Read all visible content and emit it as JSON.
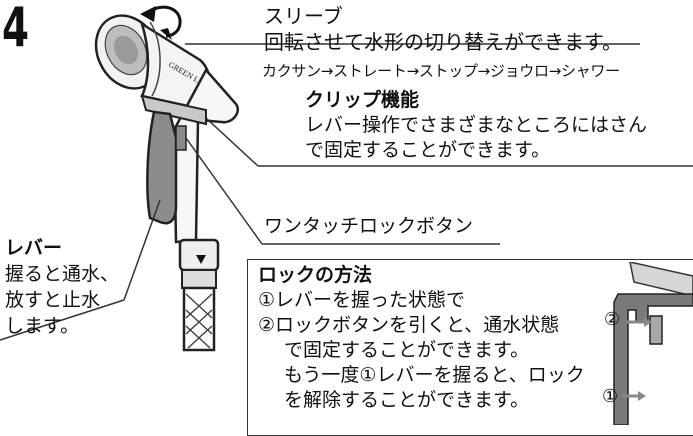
{
  "step_number": "4",
  "sleeve": {
    "title": "スリーブ",
    "description": "回転させて水形の切り替えができます。",
    "spray_modes": "カクサン→ストレート→ストップ→ジョウロ→シャワー"
  },
  "clip": {
    "title": "クリップ機能",
    "line1": "レバー操作でさまざまなところにはさん",
    "line2": "で固定することができます。"
  },
  "lock_button_label": "ワンタッチロックボタン",
  "lever": {
    "title": "レバー",
    "line1": "握ると通水、",
    "line2": "放すと止水",
    "line3": "します。"
  },
  "lock_method": {
    "title": "ロックの方法",
    "line1": "①レバーを握った状態で",
    "line2": "②ロックボタンを引くと、通水状態",
    "line3": "で固定することができます。",
    "line4": "もう一度①レバーを握ると、ロック",
    "line5": "を解除することができます。"
  },
  "diagram_marker_2": "②",
  "diagram_marker_1": "①",
  "brand_text": "GREEN LIFE"
}
